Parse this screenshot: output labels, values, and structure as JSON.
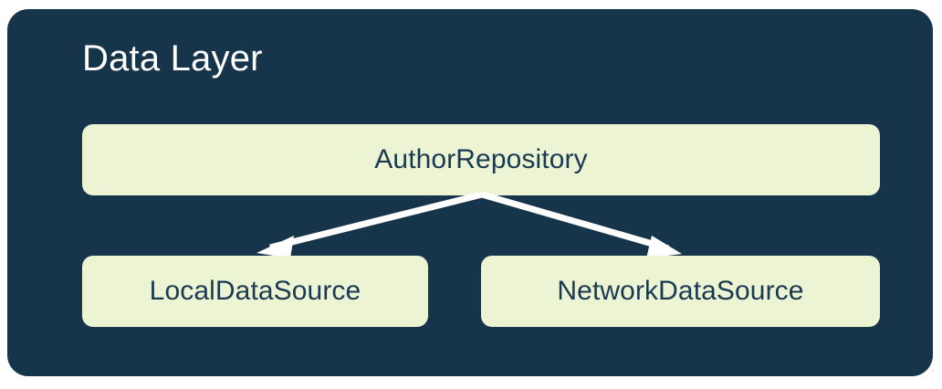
{
  "diagram": {
    "title": "Data Layer",
    "panel_color": "#16344a",
    "node_color": "#edf4d4",
    "node_text_color": "#1a3a52",
    "title_color": "#ffffff",
    "arrow_color": "#ffffff",
    "nodes": [
      {
        "id": "repository",
        "label": "AuthorRepository",
        "role": "repository"
      },
      {
        "id": "local",
        "label": "LocalDataSource",
        "role": "data-source"
      },
      {
        "id": "network",
        "label": "NetworkDataSource",
        "role": "data-source"
      }
    ],
    "edges": [
      {
        "from": "repository",
        "to": "local",
        "arrowhead": "filled-triangle"
      },
      {
        "from": "repository",
        "to": "network",
        "arrowhead": "filled-triangle"
      }
    ]
  }
}
